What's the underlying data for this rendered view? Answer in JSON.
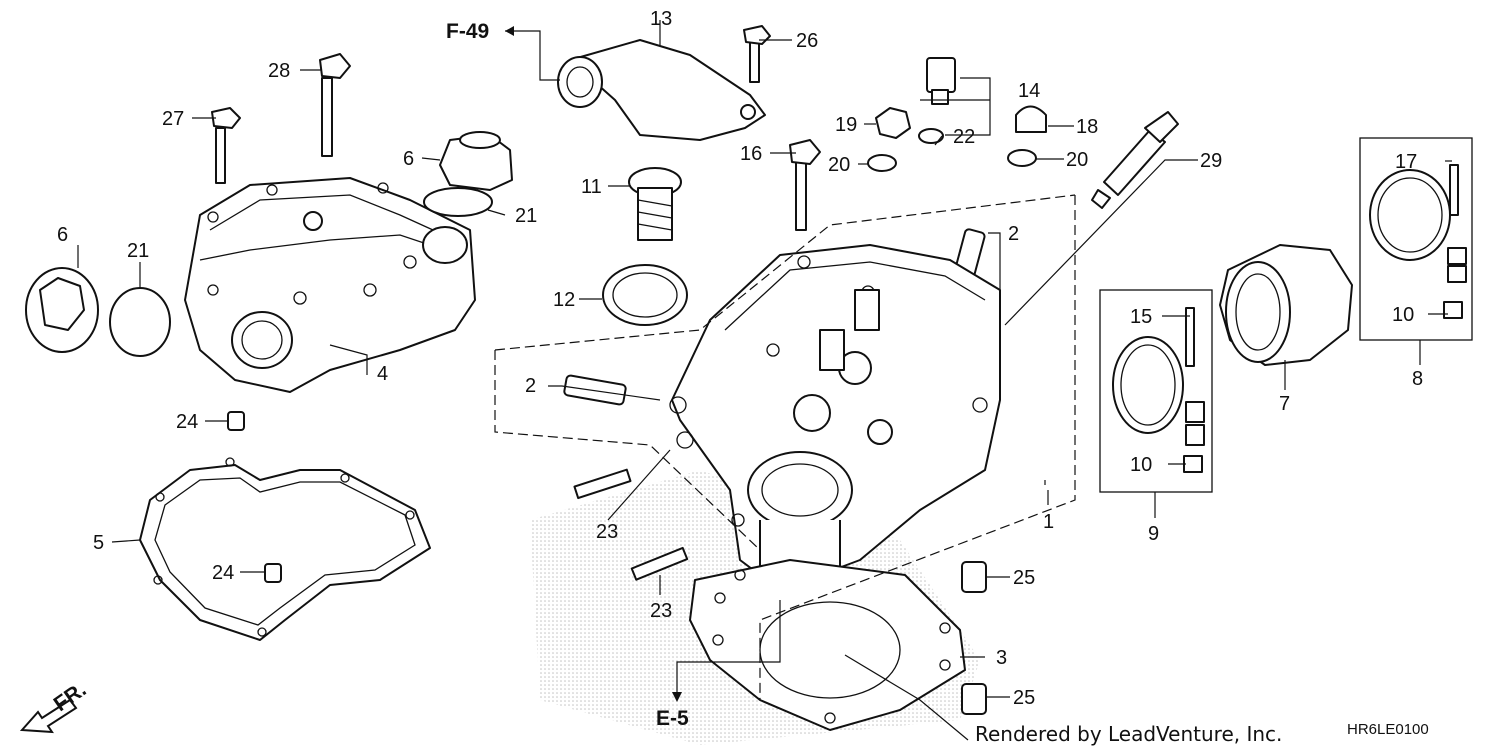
{
  "diagram": {
    "labels": {
      "l1": "1",
      "l2a": "2",
      "l2b": "2",
      "l3": "3",
      "l4": "4",
      "l5": "5",
      "l6a": "6",
      "l6b": "6",
      "l7": "7",
      "l8": "8",
      "l9": "9",
      "l10a": "10",
      "l10b": "10",
      "l11": "11",
      "l12": "12",
      "l13": "13",
      "l14": "14",
      "l15": "15",
      "l16": "16",
      "l17": "17",
      "l18": "18",
      "l19": "19",
      "l20a": "20",
      "l20b": "20",
      "l21a": "21",
      "l21b": "21",
      "l22": "22",
      "l23a": "23",
      "l23b": "23",
      "l24a": "24",
      "l24b": "24",
      "l25a": "25",
      "l25b": "25",
      "l26": "26",
      "l27": "27",
      "l28": "28",
      "l29": "29"
    },
    "refs": {
      "f49": "F-49",
      "e5": "E-5"
    },
    "direction": "FR.",
    "credit": "Rendered by LeadVenture, Inc.",
    "part_code": "HR6LE0100"
  }
}
